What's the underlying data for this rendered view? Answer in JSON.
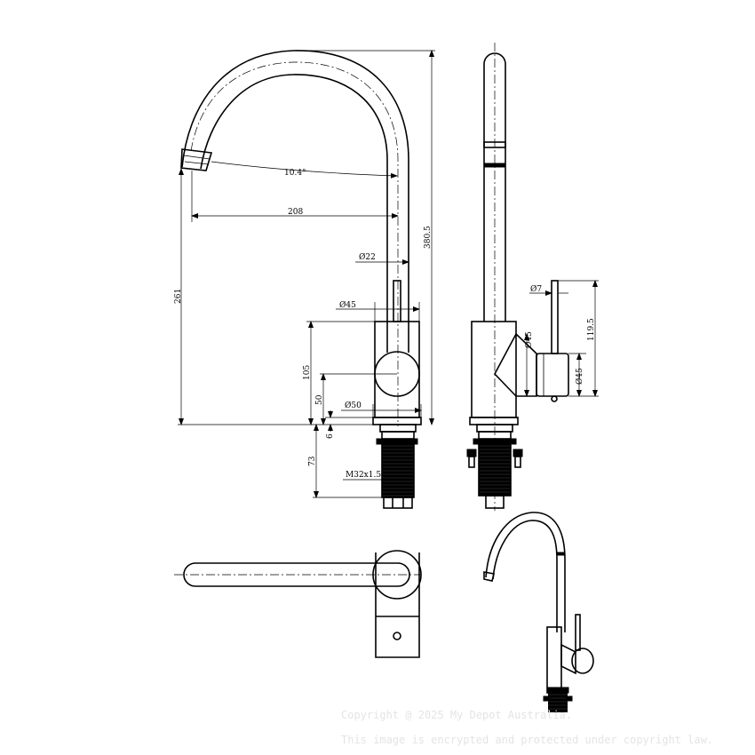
{
  "dimensions": {
    "angle": "10.4°",
    "reach": "208",
    "height_total": "380.5",
    "spout_dia": "Ø22",
    "body_dia": "Ø45",
    "spout_height": "261",
    "body_height": "105",
    "lever_axis": "50",
    "base_dia": "Ø50",
    "base_thk": "6",
    "shank_len": "73",
    "thread": "M32x1.5",
    "handle_dia": "Ø7",
    "lever_boss_dia": "Ø45",
    "boss_dia": "Ø45",
    "handle_height": "119.5"
  },
  "watermark": {
    "line1": "Copyright @ 2025 My Depot Australia.",
    "line2": "This image is encrypted and protected under copyright law."
  }
}
